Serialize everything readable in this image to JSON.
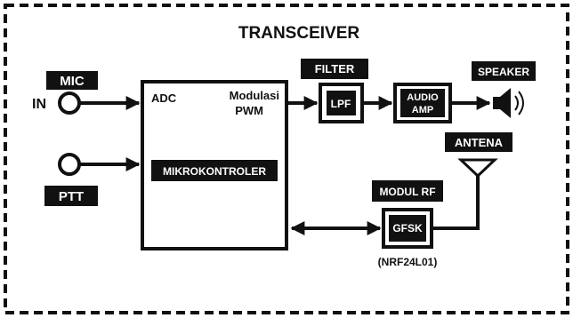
{
  "title": "TRANSCEIVER",
  "mic": {
    "tag": "MIC",
    "label": "IN"
  },
  "ptt": {
    "tag": "PTT"
  },
  "mcu": {
    "adc": "ADC",
    "modulation_line1": "Modulasi",
    "modulation_line2": "PWM",
    "name": "MIKROKONTROLER"
  },
  "filter": {
    "tag": "FILTER",
    "block": "LPF"
  },
  "amp": {
    "line1": "AUDIO",
    "line2": "AMP"
  },
  "speaker": {
    "tag": "SPEAKER"
  },
  "antenna": {
    "tag": "ANTENA"
  },
  "rf": {
    "tag": "MODUL RF",
    "block": "GFSK",
    "part": "(NRF24L01)"
  }
}
